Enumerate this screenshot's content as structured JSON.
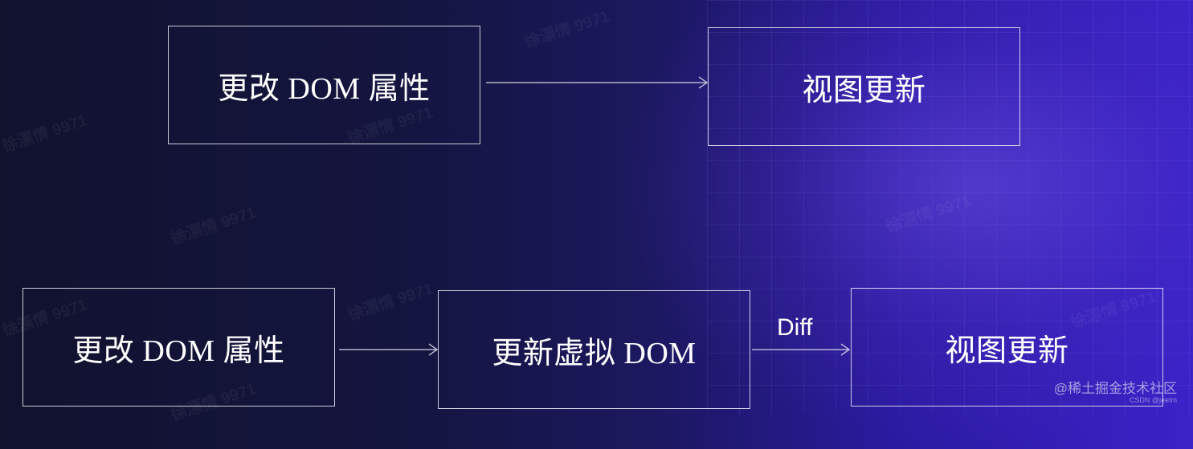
{
  "watermark": "徐漂情 9971",
  "row1": {
    "source": "更改 DOM 属性",
    "target": "视图更新"
  },
  "row2": {
    "source": "更改 DOM 属性",
    "middle": "更新虚拟 DOM",
    "target": "视图更新",
    "edge_label": "Diff"
  },
  "credit": {
    "main": "@稀土掘金技术社区",
    "sub": "CSDN @jeetm"
  }
}
